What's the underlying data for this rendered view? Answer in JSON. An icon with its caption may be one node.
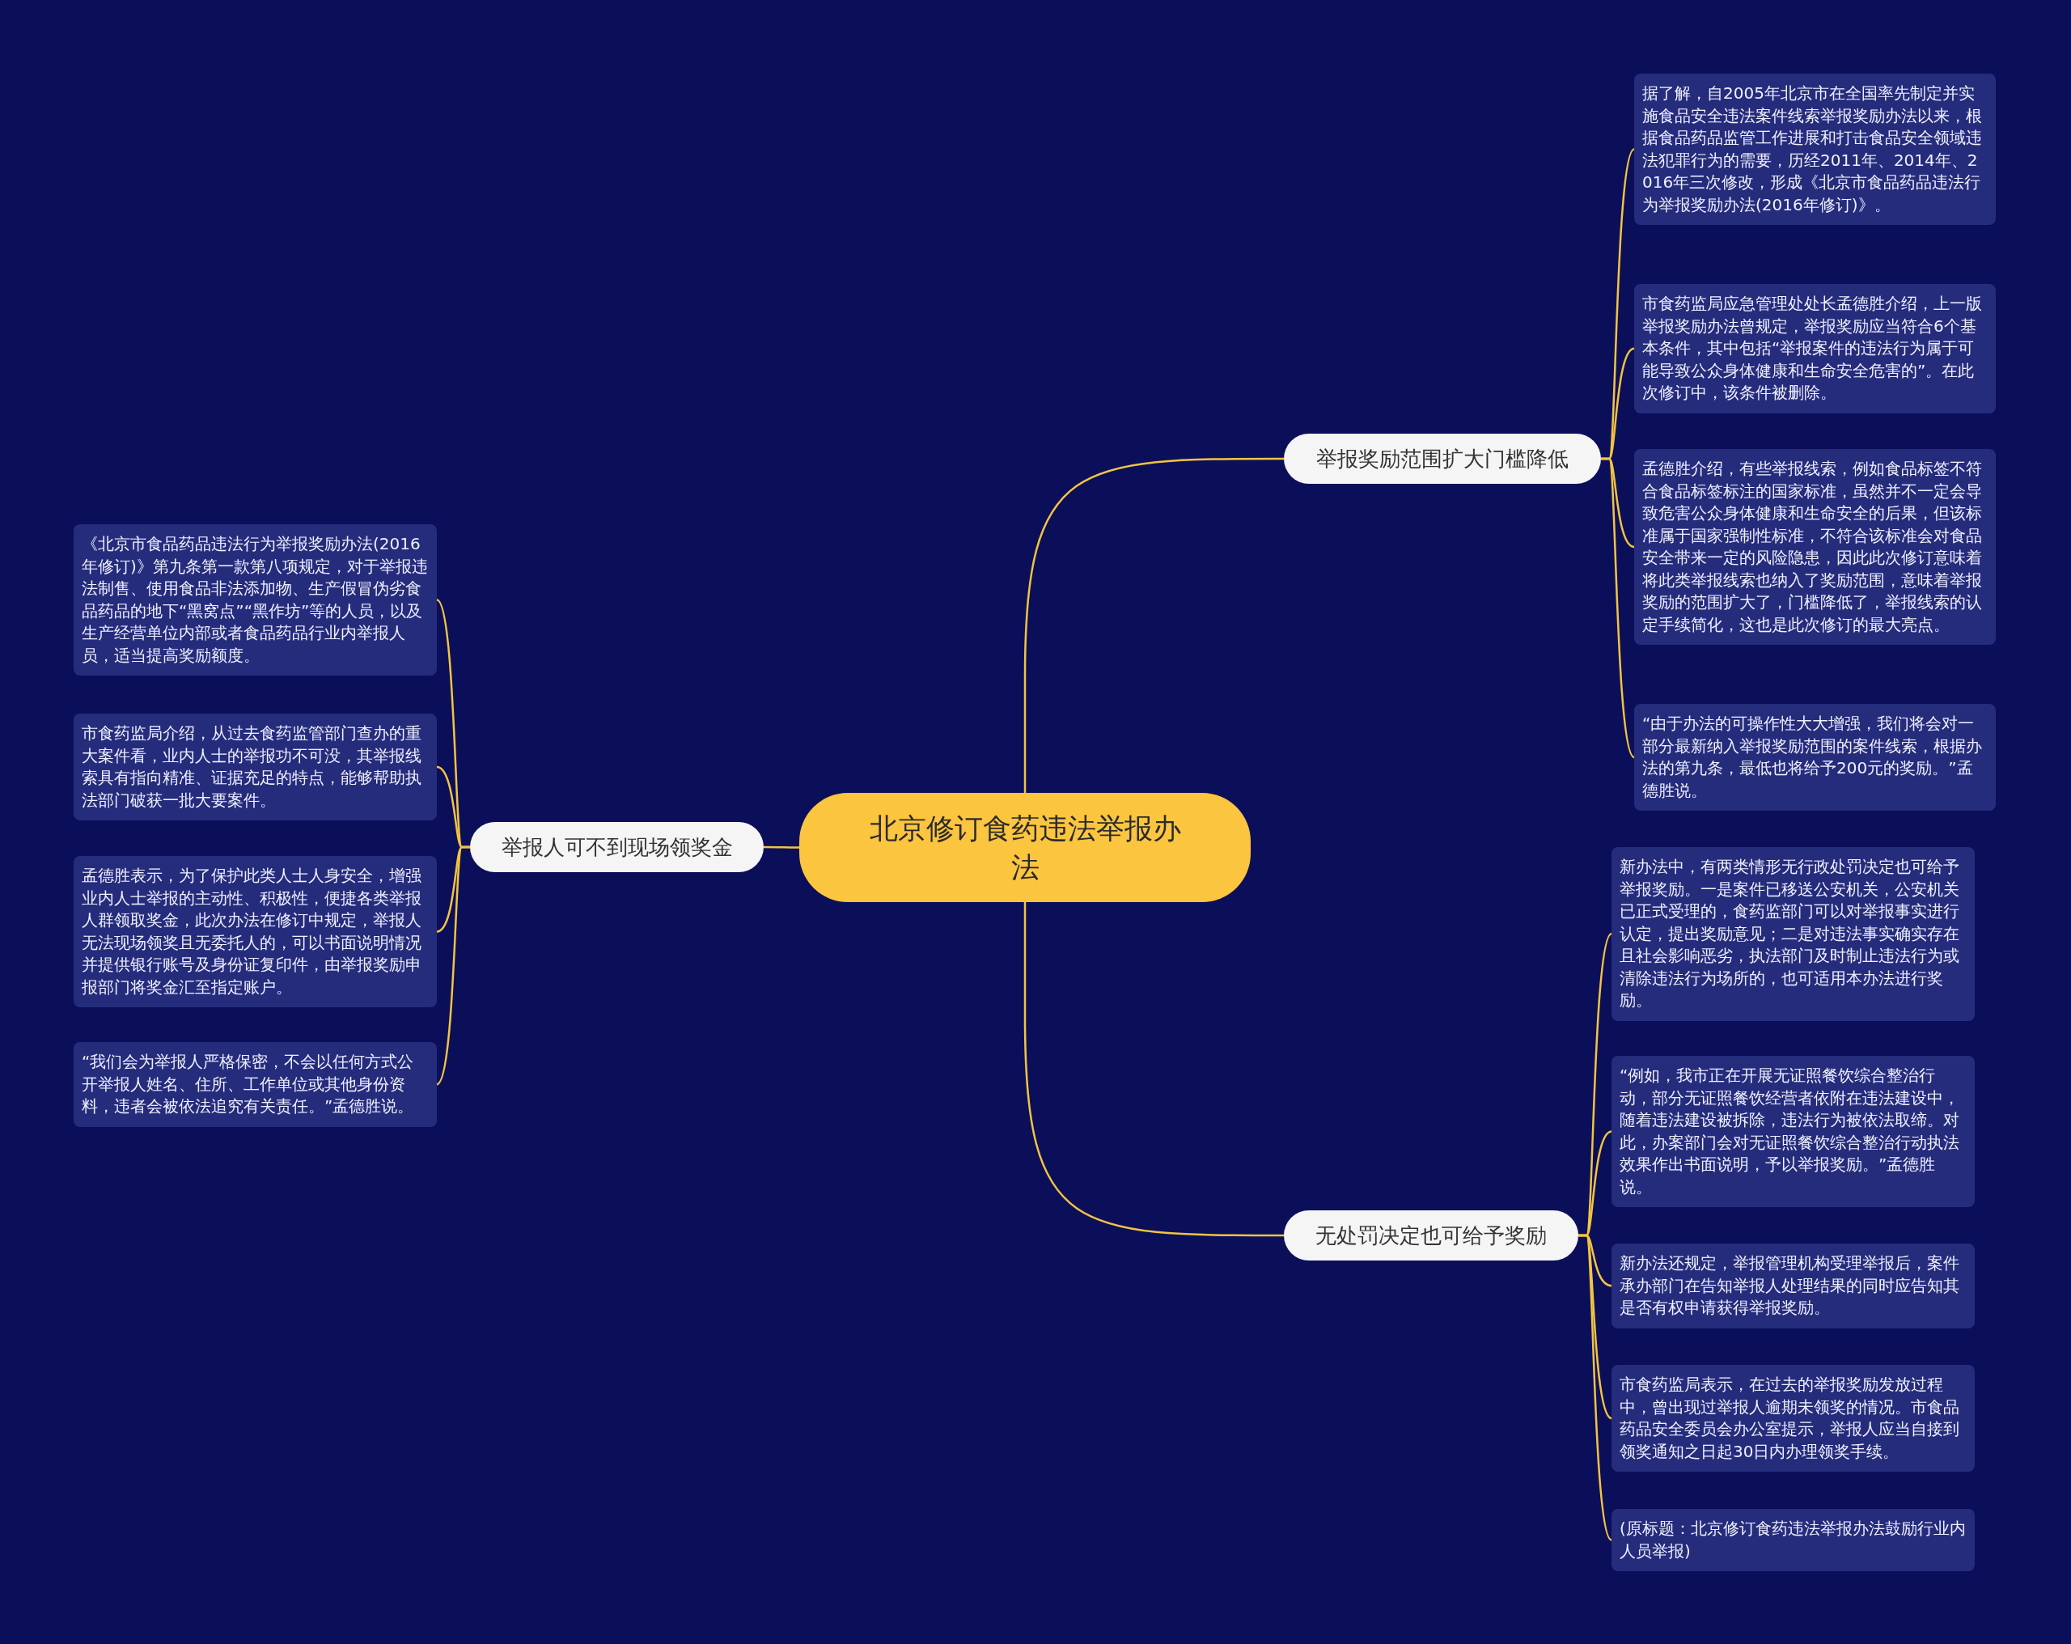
{
  "diagram": {
    "nodes": [
      {
        "text": [
          "北京修订食药违法举报办法"
        ]
      },
      {
        "text": [
          "举报奖励范围扩大门槛降低"
        ]
      },
      {
        "text": [
          "据了解，自2005年北京市在全国率先制定并实施食品安全违法案件线索举报奖励办法以来，根据食品药品监管工作进展和打击食品安全领域违法犯罪行为的需要，历经2011年、2014年、2016年三次修改，形成《北京市食品药品违法行为举报奖励办法(2016年修订)》。"
        ]
      },
      {
        "text": [
          "市食药监局应急管理处处长孟德胜介绍，上一版举报奖励办法曾规定，举报奖励应当符合6个基本条件，其中包括“举报案件的违法行为属于可能导致公众身体健康和生命安全危害的”。在此次修订中，该条件被删除。"
        ]
      },
      {
        "text": [
          "孟德胜介绍，有些举报线索，例如食品标签不符合食品标签标注的国家标准，虽然并不一定会导致危害公众身体健康和生命安全的后果，但该标准属于国家强制性标准，不符合该标准会对食品安全带来一定的风险隐患，因此此次修订意味着将此类举报线索也纳入了奖励范围，意味着举报奖励的范围扩大了，门槛降低了，举报线索的认定手续简化，这也是此次修订的最大亮点。"
        ]
      },
      {
        "text": [
          "“由于办法的可操作性大大增强，我们将会对一部分最新纳入举报奖励范围的案件线索，根据办法的第九条，最低也将给予200元的奖励。”孟德胜说。"
        ]
      },
      {
        "text": [
          "无处罚决定也可给予奖励"
        ]
      },
      {
        "text": [
          "新办法中，有两类情形无行政处罚决定也可给予举报奖励。一是案件已移送公安机关，公安机关已正式受理的，食药监部门可以对举报事实进行认定，提出奖励意见；二是对违法事实确实存在且社会影响恶劣，执法部门及时制止违法行为或清除违法行为场所的，也可适用本办法进行奖励。"
        ]
      },
      {
        "text": [
          "“例如，我市正在开展无证照餐饮综合整治行动，部分无证照餐饮经营者依附在违法建设中，随着违法建设被拆除，违法行为被依法取缔。对此，办案部门会对无证照餐饮综合整治行动执法效果作出书面说明，予以举报奖励。”孟德胜说。"
        ]
      },
      {
        "text": [
          "新办法还规定，举报管理机构受理举报后，案件承办部门在告知举报人处理结果的同时应告知其是否有权申请获得举报奖励。"
        ]
      },
      {
        "text": [
          "市食药监局表示，在过去的举报奖励发放过程中，曾出现过举报人逾期未领奖的情况。市食品药品安全委员会办公室提示，举报人应当自接到领奖通知之日起30日内办理领奖手续。"
        ]
      },
      {
        "text": [
          "(原标题：北京修订食药违法举报办法鼓励行业内人员举报)"
        ]
      },
      {
        "text": [
          "举报人可不到现场领奖金"
        ]
      },
      {
        "text": [
          "《北京市食品药品违法行为举报奖励办法(2016年修订)》第九条第一款第八项规定，对于举报违法制售、使用食品非法添加物、生产假冒伪劣食品药品的地下“黑窝点”“黑作坊”等的人员，以及生产经营单位内部或者食品药品行业内举报人员，适当提高奖励额度。"
        ]
      },
      {
        "text": [
          "市食药监局介绍，从过去食药监管部门查办的重大案件看，业内人士的举报功不可没，其举报线索具有指向精准、证据充足的特点，能够帮助执法部门破获一批大要案件。"
        ]
      },
      {
        "text": [
          "孟德胜表示，为了保护此类人士人身安全，增强业内人士举报的主动性、积极性，便捷各类举报人群领取奖金，此次办法在修订中规定，举报人无法现场领奖且无委托人的，可以书面说明情况并提供银行账号及身份证复印件，由举报奖励申报部门将奖金汇至指定账户。"
        ]
      },
      {
        "text": [
          "“我们会为举报人严格保密，不会以任何方式公开举报人姓名、住所、工作单位或其他身份资料，违者会被依法追究有关责任。”孟德胜说。"
        ]
      }
    ],
    "edges": [
      {
        "from": 0,
        "to": 1,
        "arrow": "none"
      },
      {
        "from": 1,
        "to": 2,
        "arrow": "none"
      },
      {
        "from": 1,
        "to": 3,
        "arrow": "none"
      },
      {
        "from": 1,
        "to": 4,
        "arrow": "none"
      },
      {
        "from": 1,
        "to": 5,
        "arrow": "none"
      },
      {
        "from": 0,
        "to": 6,
        "arrow": "none"
      },
      {
        "from": 6,
        "to": 7,
        "arrow": "none"
      },
      {
        "from": 6,
        "to": 8,
        "arrow": "none"
      },
      {
        "from": 6,
        "to": 9,
        "arrow": "none"
      },
      {
        "from": 6,
        "to": 10,
        "arrow": "none"
      },
      {
        "from": 6,
        "to": 11,
        "arrow": "none"
      },
      {
        "from": 0,
        "to": 12,
        "arrow": "none"
      },
      {
        "from": 12,
        "to": 13,
        "arrow": "none"
      },
      {
        "from": 12,
        "to": 14,
        "arrow": "none"
      },
      {
        "from": 12,
        "to": 15,
        "arrow": "none"
      },
      {
        "from": 12,
        "to": 16,
        "arrow": "none"
      }
    ]
  }
}
